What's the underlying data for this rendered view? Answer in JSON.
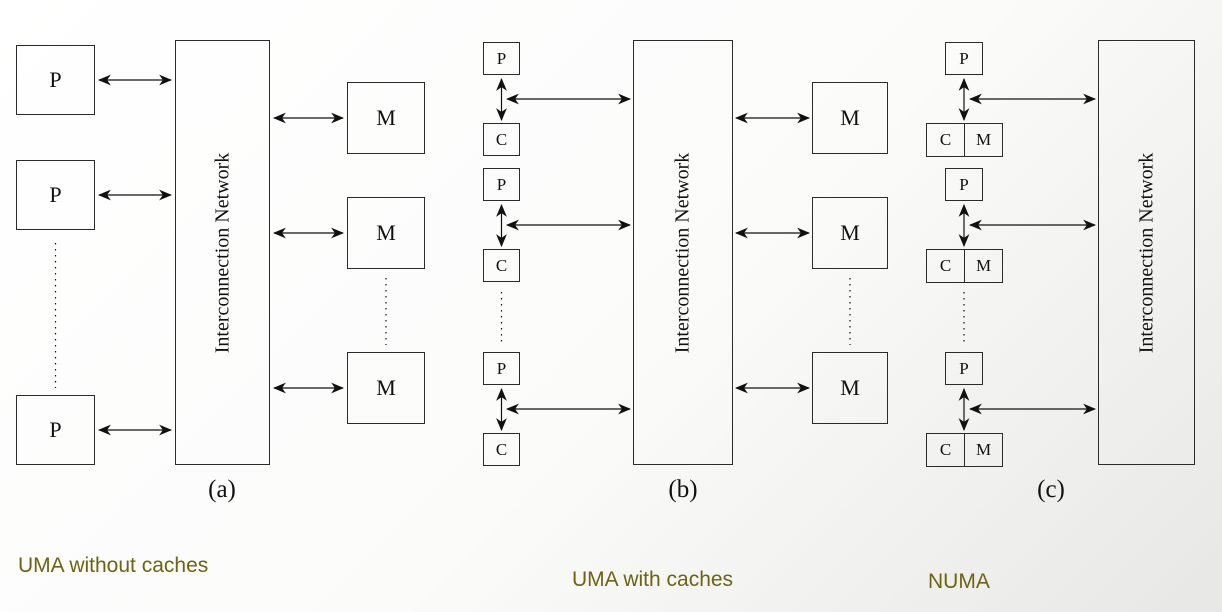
{
  "labels": {
    "processor": "P",
    "cache": "C",
    "memory": "M",
    "network": "Interconnection Network"
  },
  "diagrams": {
    "a": {
      "tag": "(a)",
      "caption": "UMA without caches"
    },
    "b": {
      "tag": "(b)",
      "caption": "UMA with caches"
    },
    "c": {
      "tag": "(c)",
      "caption": "NUMA"
    }
  },
  "colors": {
    "caption": "#6c6410",
    "line": "#111111"
  }
}
